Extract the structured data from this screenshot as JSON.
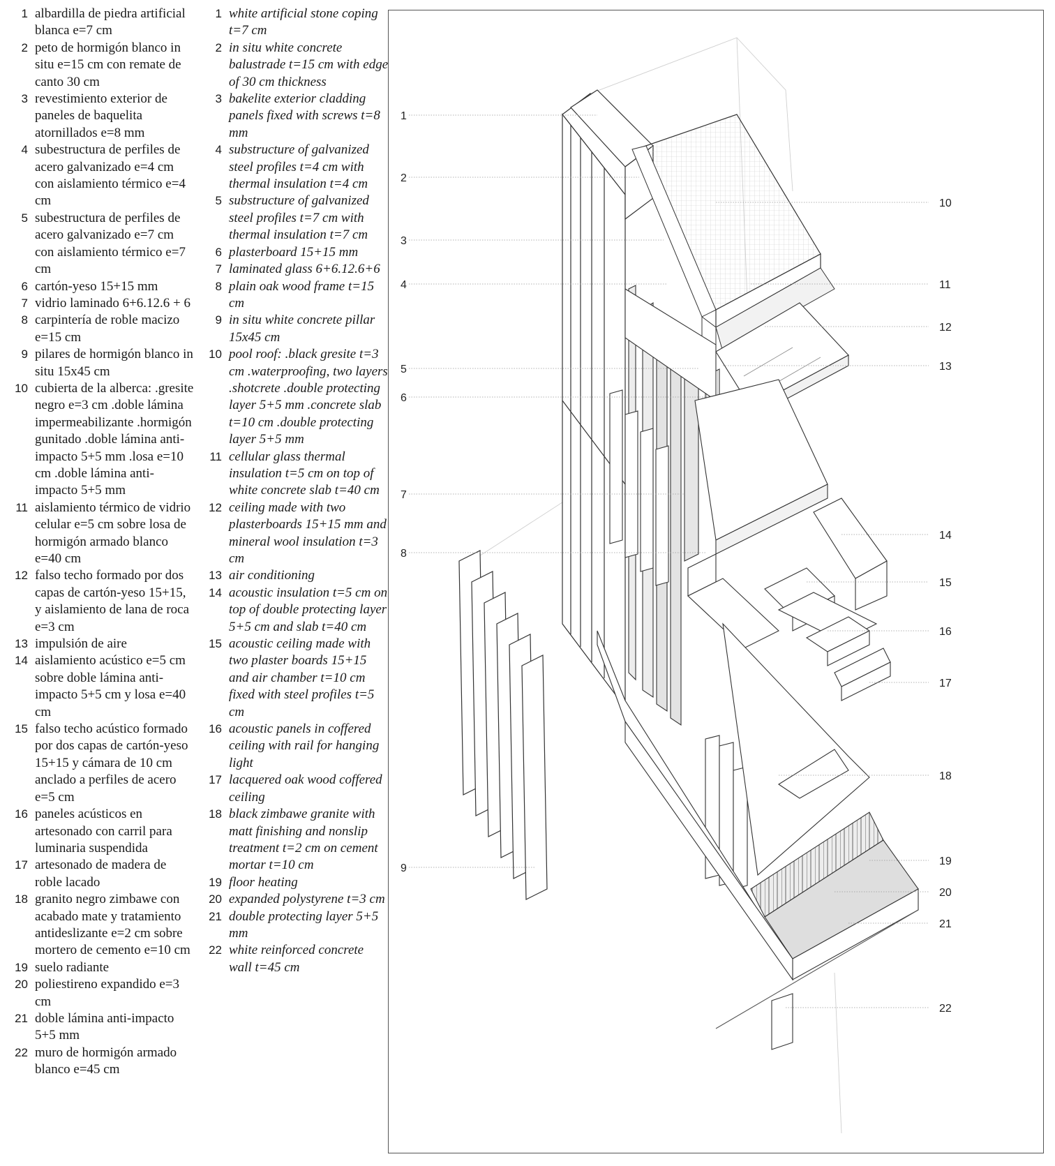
{
  "legend_es": [
    {
      "num": "1",
      "text": "albardilla de piedra artificial blanca e=7 cm"
    },
    {
      "num": "2",
      "text": "peto de hormigón blanco in situ e=15 cm con remate de canto 30 cm"
    },
    {
      "num": "3",
      "text": "revestimiento exterior de paneles de baquelita atornillados e=8 mm"
    },
    {
      "num": "4",
      "text": "subestructura de perfiles de acero galvanizado e=4 cm con aislamiento térmico e=4 cm"
    },
    {
      "num": "5",
      "text": "subestructura de perfiles de acero galvanizado e=7 cm con aislamiento térmico e=7 cm"
    },
    {
      "num": "6",
      "text": "cartón-yeso 15+15 mm"
    },
    {
      "num": "7",
      "text": "vidrio laminado 6+6.12.6 + 6"
    },
    {
      "num": "8",
      "text": "carpintería de roble macizo e=15 cm"
    },
    {
      "num": "9",
      "text": "pilares de hormigón blanco in situ 15x45 cm"
    },
    {
      "num": "10",
      "text": "cubierta de la alberca: .gresite negro e=3 cm .doble lámina impermeabilizante .hormigón gunitado .doble lámina anti-impacto 5+5 mm .losa e=10 cm .doble lámina anti-impacto 5+5 mm"
    },
    {
      "num": "11",
      "text": "aislamiento térmico de vidrio celular e=5 cm sobre losa de hormigón armado blanco e=40 cm"
    },
    {
      "num": "12",
      "text": "falso techo formado por dos capas de cartón-yeso 15+15, y aislamiento de lana de roca e=3 cm"
    },
    {
      "num": "13",
      "text": "impulsión de aire"
    },
    {
      "num": "14",
      "text": "aislamiento acústico e=5 cm sobre doble lámina anti-impacto 5+5 cm y losa e=40 cm"
    },
    {
      "num": "15",
      "text": "falso techo acústico formado por dos capas de cartón-yeso 15+15 y cámara de 10 cm anclado a perfiles de acero e=5 cm"
    },
    {
      "num": "16",
      "text": "paneles acústicos en artesonado con carril para luminaria suspendida"
    },
    {
      "num": "17",
      "text": "artesonado de madera de roble lacado"
    },
    {
      "num": "18",
      "text": "granito negro zimbawe con acabado mate y tratamiento antideslizante e=2 cm sobre mortero de cemento e=10 cm"
    },
    {
      "num": "19",
      "text": "suelo radiante"
    },
    {
      "num": "20",
      "text": "poliestireno expandido e=3 cm"
    },
    {
      "num": "21",
      "text": "doble lámina anti-impacto 5+5 mm"
    },
    {
      "num": "22",
      "text": "muro de hormigón armado blanco e=45 cm"
    }
  ],
  "legend_en": [
    {
      "num": "1",
      "text": "white artificial stone coping t=7 cm"
    },
    {
      "num": "2",
      "text": "in situ white concrete balustrade t=15 cm with edge of 30 cm thickness"
    },
    {
      "num": "3",
      "text": "bakelite exterior cladding panels fixed with screws t=8 mm"
    },
    {
      "num": "4",
      "text": "substructure of galvanized steel profiles t=4 cm with thermal insulation t=4 cm"
    },
    {
      "num": "5",
      "text": "substructure of galvanized steel profiles t=7 cm with thermal insulation t=7 cm"
    },
    {
      "num": "6",
      "text": "plasterboard 15+15 mm"
    },
    {
      "num": "7",
      "text": "laminated glass 6+6.12.6+6"
    },
    {
      "num": "8",
      "text": "plain oak wood frame t=15 cm"
    },
    {
      "num": "9",
      "text": "in situ white concrete pillar 15x45 cm"
    },
    {
      "num": "10",
      "text": "pool roof: .black gresite t=3 cm .waterproofing, two layers .shotcrete .double protecting layer 5+5 mm .concrete slab t=10 cm .double protecting layer 5+5 mm"
    },
    {
      "num": "11",
      "text": "cellular glass thermal insulation t=5 cm on top of white concrete slab t=40 cm"
    },
    {
      "num": "12",
      "text": "ceiling made with two plasterboards 15+15 mm and mineral wool insulation t=3 cm"
    },
    {
      "num": "13",
      "text": "air conditioning"
    },
    {
      "num": "14",
      "text": "acoustic insulation t=5 cm on top of double protecting layer 5+5 cm and slab t=40 cm"
    },
    {
      "num": "15",
      "text": "acoustic ceiling made with two plaster boards 15+15 and air chamber t=10 cm fixed with steel profiles t=5 cm"
    },
    {
      "num": "16",
      "text": "acoustic panels in coffered ceiling with rail for hanging light"
    },
    {
      "num": "17",
      "text": "lacquered oak wood coffered ceiling"
    },
    {
      "num": "18",
      "text": "black zimbawe granite with matt finishing and nonslip treatment t=2 cm on cement mortar t=10 cm"
    },
    {
      "num": "19",
      "text": "floor heating"
    },
    {
      "num": "20",
      "text": "expanded polystyrene t=3 cm"
    },
    {
      "num": "21",
      "text": "double protecting layer 5+5 mm"
    },
    {
      "num": "22",
      "text": "white reinforced concrete wall t=45 cm"
    }
  ],
  "callouts_left": [
    "1",
    "2",
    "3",
    "4",
    "5",
    "6",
    "7",
    "8",
    "9"
  ],
  "callouts_right": [
    "10",
    "11",
    "12",
    "13",
    "14",
    "15",
    "16",
    "17",
    "18",
    "19",
    "20",
    "21",
    "22"
  ]
}
